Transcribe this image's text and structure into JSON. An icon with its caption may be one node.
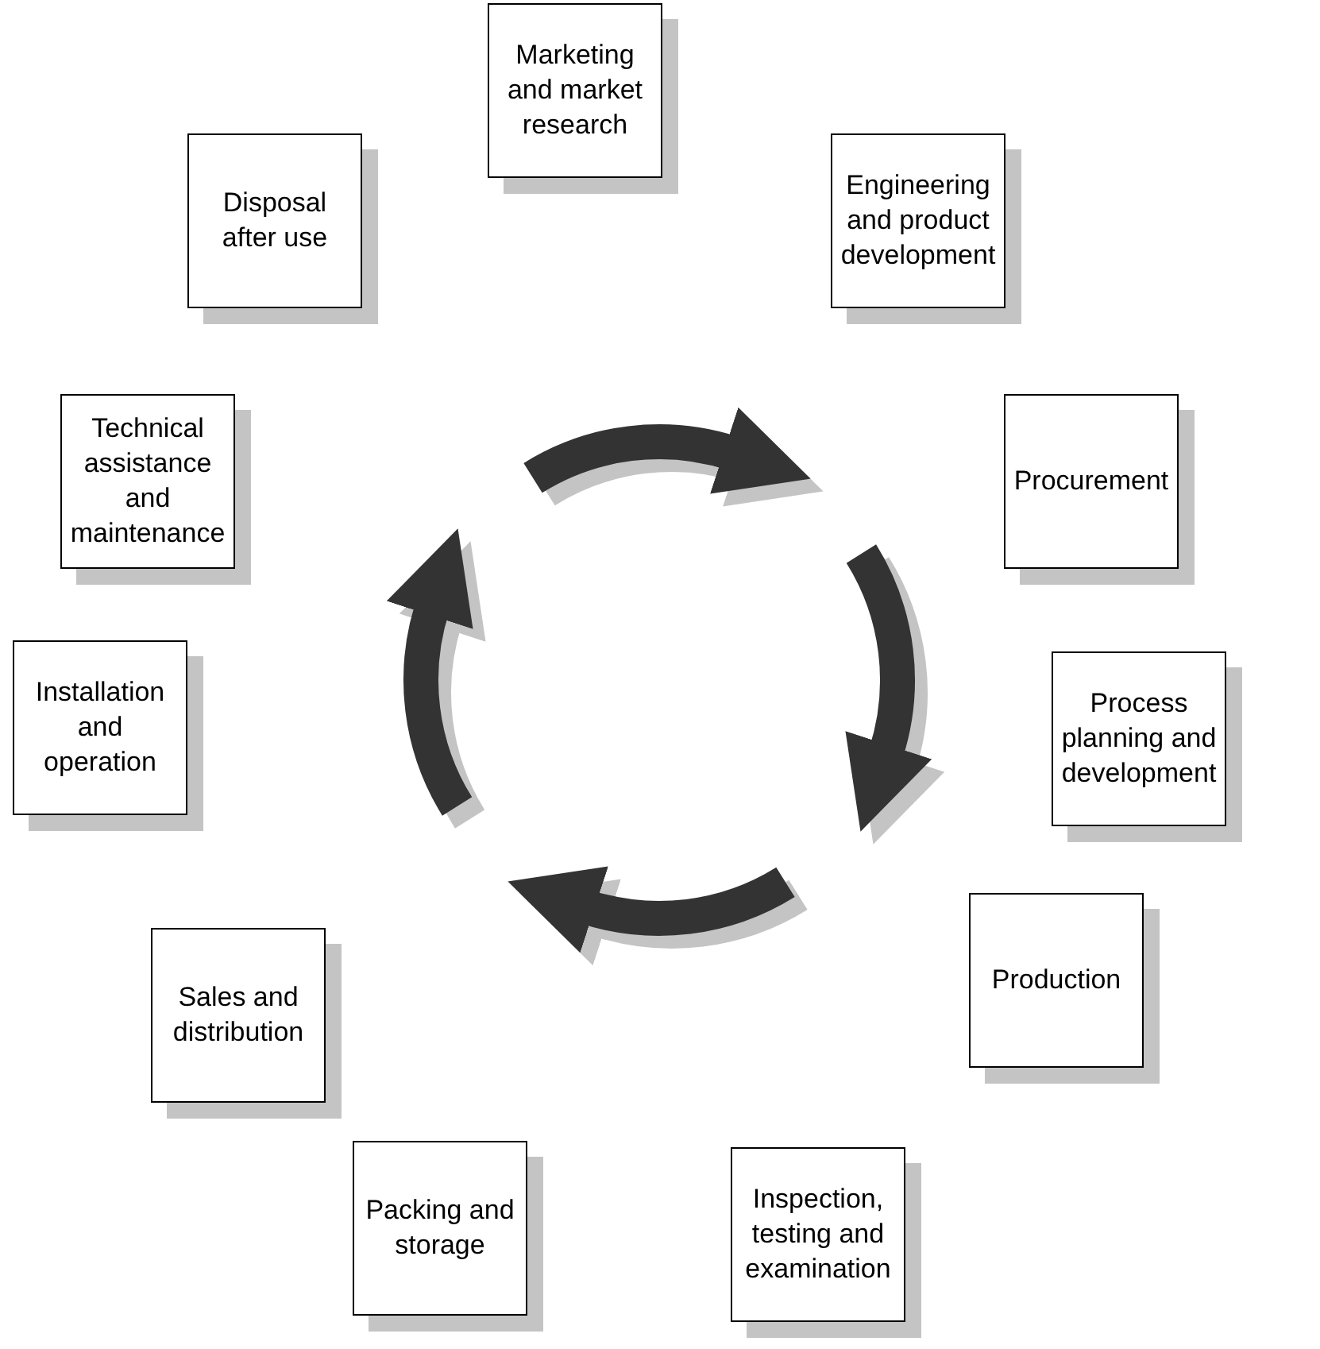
{
  "diagram": {
    "nodes": [
      {
        "text": [
          "Marketing and market research"
        ]
      },
      {
        "text": [
          "Engineering and product development"
        ]
      },
      {
        "text": [
          "Procurement"
        ]
      },
      {
        "text": [
          "Process planning and development"
        ]
      },
      {
        "text": [
          "Production"
        ]
      },
      {
        "text": [
          "Inspection, testing and examination"
        ]
      },
      {
        "text": [
          "Packing and storage"
        ]
      },
      {
        "text": [
          "Sales and distribution"
        ]
      },
      {
        "text": [
          "Installation and operation"
        ]
      },
      {
        "text": [
          "Technical assistance and maintenance"
        ]
      },
      {
        "text": [
          "Disposal after use"
        ]
      }
    ]
  }
}
